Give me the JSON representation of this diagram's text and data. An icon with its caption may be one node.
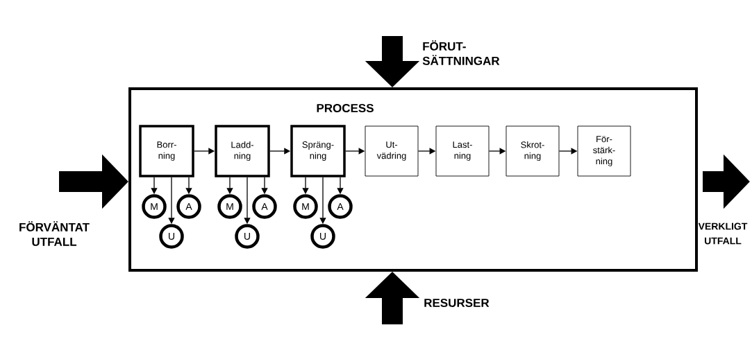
{
  "diagram": {
    "nodes": [
      {
        "text": [
          "PROCESS"
        ]
      },
      {
        "text": [
          "Borr- ning"
        ],
        "in": 0
      },
      {
        "text": [
          "Ladd- ning"
        ],
        "in": 0
      },
      {
        "text": [
          "Spräng- ning"
        ],
        "in": 0
      },
      {
        "text": [
          "Ut- vädring"
        ],
        "in": 0
      },
      {
        "text": [
          "Last- ning"
        ],
        "in": 0
      },
      {
        "text": [
          "Skrot- ning"
        ],
        "in": 0
      },
      {
        "text": [
          "För- stärk- ning"
        ],
        "in": 0
      },
      {
        "text": [
          "M"
        ],
        "in": 0
      },
      {
        "text": [
          "A"
        ],
        "in": 0
      },
      {
        "text": [
          "U"
        ],
        "in": 0
      },
      {
        "text": [
          "M"
        ],
        "in": 0
      },
      {
        "text": [
          "A"
        ],
        "in": 0
      },
      {
        "text": [
          "U"
        ],
        "in": 0
      },
      {
        "text": [
          "M"
        ],
        "in": 0
      },
      {
        "text": [
          "A"
        ],
        "in": 0
      },
      {
        "text": [
          "U"
        ],
        "in": 0
      }
    ],
    "edges": [
      {
        "from": 1,
        "to": 2,
        "arrow": "to"
      },
      {
        "from": 2,
        "to": 3,
        "arrow": "to"
      },
      {
        "from": 3,
        "to": 4,
        "arrow": "to"
      },
      {
        "from": 4,
        "to": 5,
        "arrow": "to"
      },
      {
        "from": 5,
        "to": 6,
        "arrow": "to"
      },
      {
        "from": 6,
        "to": 7,
        "arrow": "to"
      },
      {
        "from": 1,
        "to": 8,
        "arrow": "to"
      },
      {
        "from": 1,
        "to": 9,
        "arrow": "to"
      },
      {
        "from": 1,
        "to": 10,
        "arrow": "to"
      },
      {
        "from": 2,
        "to": 11,
        "arrow": "to"
      },
      {
        "from": 2,
        "to": 12,
        "arrow": "to"
      },
      {
        "from": 2,
        "to": 13,
        "arrow": "to"
      },
      {
        "from": 3,
        "to": 14,
        "arrow": "to"
      },
      {
        "from": 3,
        "to": 15,
        "arrow": "to"
      },
      {
        "from": 3,
        "to": 16,
        "arrow": "to"
      },
      {
        "from": null,
        "to": 0,
        "arrow": "to",
        "style": "thick"
      },
      {
        "from": null,
        "to": 0,
        "arrow": "to",
        "style": "thick"
      },
      {
        "from": null,
        "to": 0,
        "arrow": "to",
        "style": "thick"
      },
      {
        "from": 0,
        "to": null,
        "arrow": "to",
        "style": "thick"
      }
    ],
    "labels": [
      "FÖRUT- SÄTTNINGAR",
      "FÖRVÄNTAT UTFALL",
      "VERKLIGT UTFALL",
      "RESURSER"
    ]
  }
}
